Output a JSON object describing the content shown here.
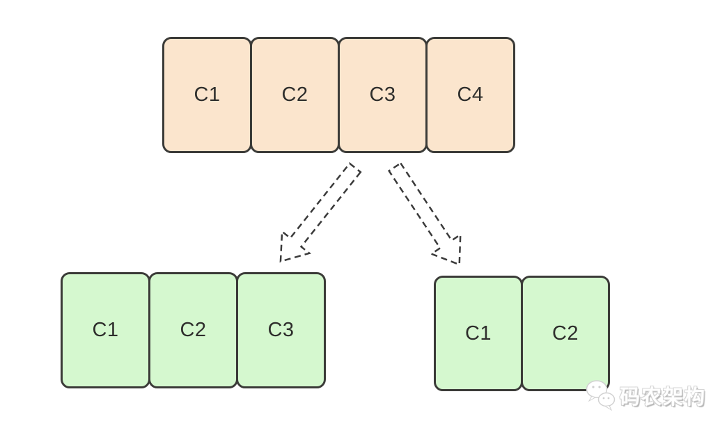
{
  "diagram": {
    "description": "Consumer group rebalance diagram: one row of four partitions/consumers splitting into two smaller groups",
    "groups": {
      "top": {
        "fill": "#fbe5cd",
        "cards": [
          {
            "label": "C1"
          },
          {
            "label": "C2"
          },
          {
            "label": "C3"
          },
          {
            "label": "C4"
          }
        ]
      },
      "bottom_left": {
        "fill": "#d5f8cf",
        "cards": [
          {
            "label": "C1"
          },
          {
            "label": "C2"
          },
          {
            "label": "C3"
          }
        ]
      },
      "bottom_right": {
        "fill": "#d5f8cf",
        "cards": [
          {
            "label": "C1"
          },
          {
            "label": "C2"
          }
        ]
      }
    },
    "arrows": [
      {
        "direction": "down-left",
        "style": "dashed-outline-block-arrow"
      },
      {
        "direction": "down-right",
        "style": "dashed-outline-block-arrow"
      }
    ],
    "colors": {
      "card_border": "#3b3b38",
      "label_text": "#2e2e2c",
      "arrow_stroke": "#3a3a3a",
      "top_fill": "#fbe5cd",
      "bottom_fill": "#d5f8cf",
      "background": "#ffffff"
    }
  },
  "watermark": {
    "text": "码农架构",
    "icon": "wechat-icon"
  }
}
